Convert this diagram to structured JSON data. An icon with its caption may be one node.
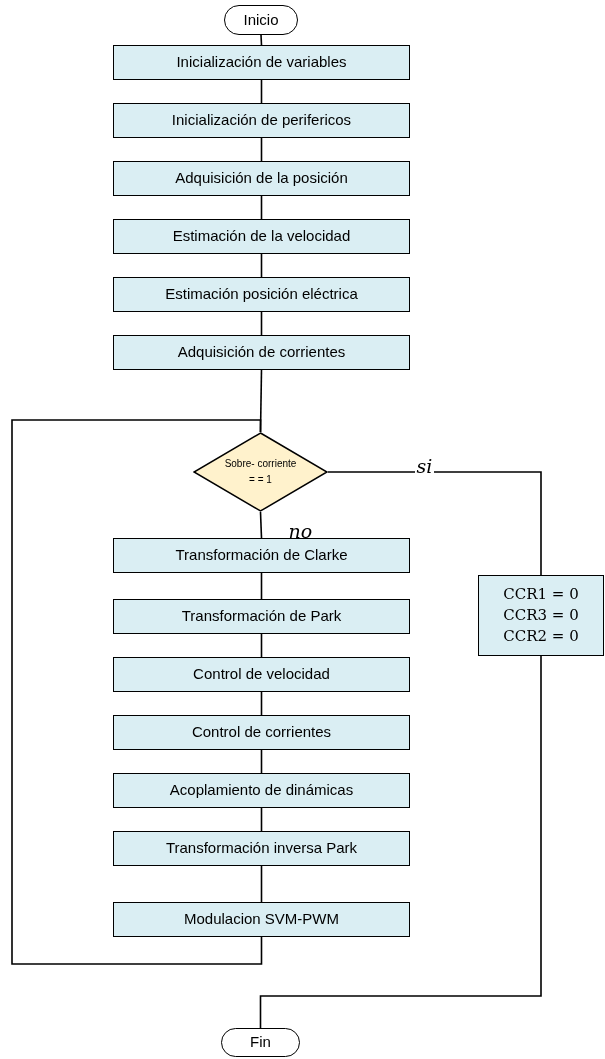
{
  "diagram": {
    "nodes": [
      {
        "text": [
          "Inicio"
        ]
      },
      {
        "text": [
          "Inicialización de variables"
        ]
      },
      {
        "text": [
          "Inicialización de perifericos"
        ]
      },
      {
        "text": [
          "Adquisición de la posición"
        ]
      },
      {
        "text": [
          "Estimación de la velocidad"
        ]
      },
      {
        "text": [
          "Estimación posición eléctrica"
        ]
      },
      {
        "text": [
          "Adquisición de corrientes"
        ]
      },
      {
        "text": [
          "Sobre- corriente = = 1"
        ]
      },
      {
        "text": [
          "Transformación de Clarke"
        ]
      },
      {
        "text": [
          "Transformación de Park"
        ]
      },
      {
        "text": [
          "Control de velocidad"
        ]
      },
      {
        "text": [
          "Control de corrientes"
        ]
      },
      {
        "text": [
          "Acoplamiento de dinámicas"
        ]
      },
      {
        "text": [
          "Transformación inversa Park"
        ]
      },
      {
        "text": [
          "Modulacion SVM-PWM"
        ]
      },
      {
        "text": [
          "CCR1 = 0",
          "CCR3 = 0",
          "CCR2 = 0"
        ]
      },
      {
        "text": [
          "Fin"
        ]
      }
    ],
    "edges": [
      {
        "from": 0,
        "to": 1,
        "arrow": "none"
      },
      {
        "from": 1,
        "to": 2,
        "arrow": "none"
      },
      {
        "from": 2,
        "to": 3,
        "arrow": "none"
      },
      {
        "from": 3,
        "to": 4,
        "arrow": "none"
      },
      {
        "from": 4,
        "to": 5,
        "arrow": "none"
      },
      {
        "from": 5,
        "to": 6,
        "arrow": "none"
      },
      {
        "from": 6,
        "to": 7,
        "arrow": "none"
      },
      {
        "from": 7,
        "to": 8,
        "arrow": "none",
        "label": "no"
      },
      {
        "from": 8,
        "to": 9,
        "arrow": "none"
      },
      {
        "from": 9,
        "to": 10,
        "arrow": "none"
      },
      {
        "from": 10,
        "to": 11,
        "arrow": "none"
      },
      {
        "from": 11,
        "to": 12,
        "arrow": "none"
      },
      {
        "from": 12,
        "to": 13,
        "arrow": "none"
      },
      {
        "from": 13,
        "to": 14,
        "arrow": "none"
      },
      {
        "from": 14,
        "to": 7,
        "arrow": "none"
      },
      {
        "from": 7,
        "to": 15,
        "arrow": "none",
        "label": "si"
      },
      {
        "from": 15,
        "to": 16,
        "arrow": "none"
      }
    ]
  }
}
